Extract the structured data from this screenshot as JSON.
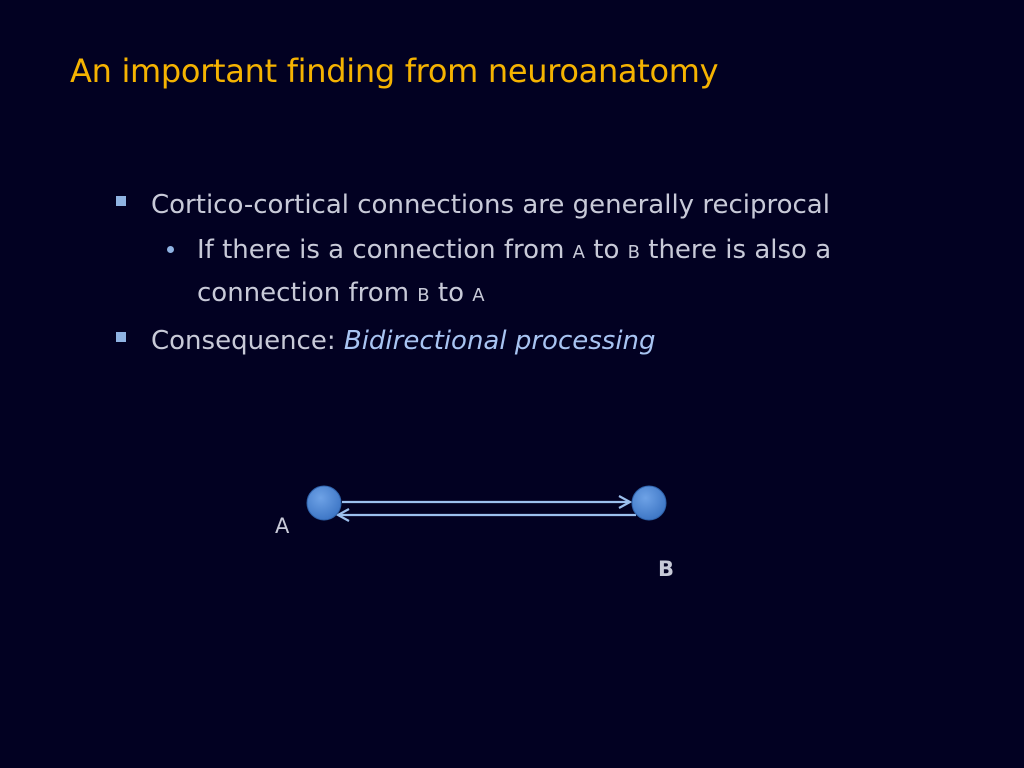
{
  "slide": {
    "title": "An important finding from neuroanatomy",
    "bullet1": "Cortico-cortical connections are generally reciprocal",
    "bullet1_sub": {
      "part1": "If there is a connection from ",
      "a1": "A",
      "part2": " to ",
      "b1": "B",
      "part3": " there is also a connection from ",
      "b2": "B",
      "part4": " to ",
      "a2": "A"
    },
    "bullet2": {
      "prefix": "Consequence: ",
      "emphasis": "Bidirectional processing"
    }
  },
  "diagram": {
    "node_a_label": "A",
    "node_b_label": "B",
    "node_color": "#4a86d6",
    "arrow_color": "#9cc0ee"
  }
}
